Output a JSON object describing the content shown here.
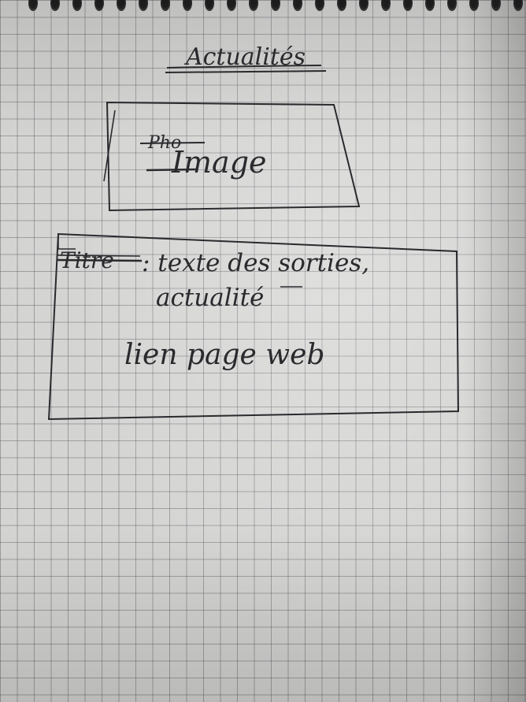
{
  "sketch": {
    "title": "Actualités",
    "image_box": {
      "struck_word": "Pho",
      "label": "Image"
    },
    "text_box": {
      "struck_word": "Titre",
      "line1": ": texte des sorties,",
      "line2": "actualité",
      "link": "lien page web"
    }
  },
  "colors": {
    "paper": "#d4d4d2",
    "grid": "#5a5a64",
    "ink": "#2a2a2e"
  }
}
